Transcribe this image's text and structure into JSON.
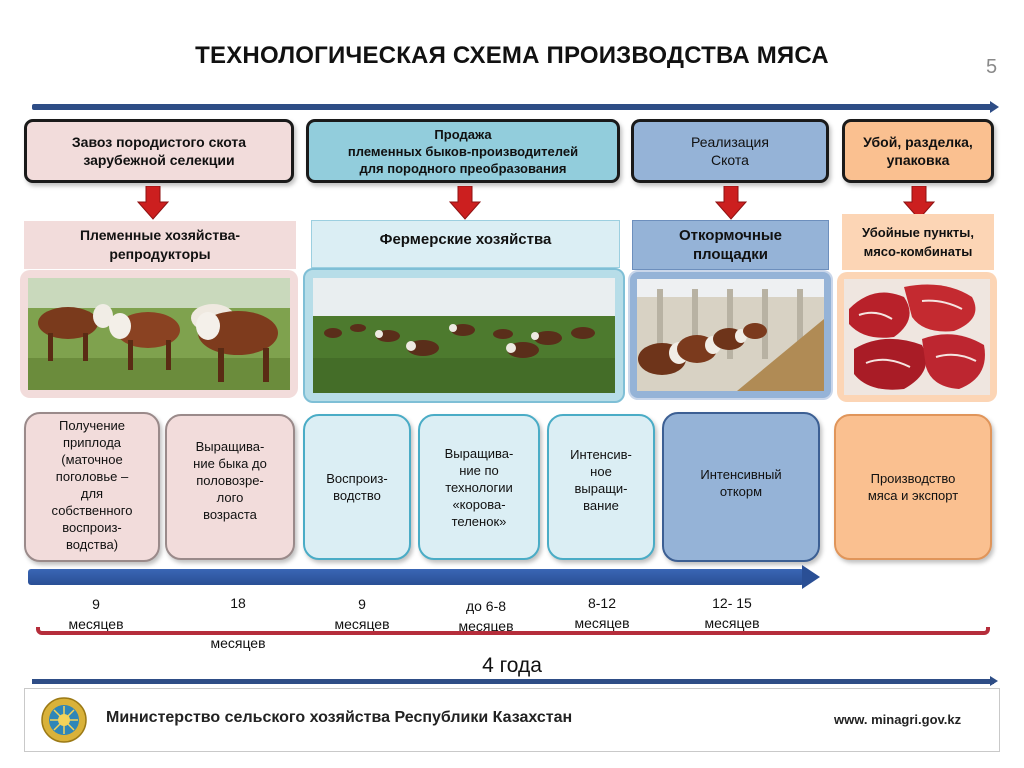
{
  "title": "ТЕХНОЛОГИЧЕСКАЯ СХЕМА ПРОИЗВОДСТВА МЯСА",
  "slide_number": "5",
  "stages": [
    {
      "lines": [
        "Завоз породистого скота",
        "зарубежной селекции"
      ],
      "fill": "#f2dcdb"
    },
    {
      "lines": [
        "Продажа",
        "племенных быков-производителей",
        "для породного преобразования"
      ],
      "fill": "#92cddc"
    },
    {
      "lines": [
        "Реализация",
        "Скота"
      ],
      "fill": "#95b3d7"
    },
    {
      "lines": [
        "Убой, разделка,",
        "упаковка"
      ],
      "fill": "#fac090"
    }
  ],
  "categories": [
    {
      "lines": [
        "Племенные хозяйства-",
        "репродукторы"
      ],
      "fill": "#f2dcdb"
    },
    {
      "lines": [
        "Фермерские хозяйства"
      ],
      "fill": "#dbeef4"
    },
    {
      "lines": [
        "Откормочные",
        "площадки"
      ],
      "fill": "#95b3d7"
    },
    {
      "lines": [
        "Убойные пункты,",
        "мясо-комбинаты"
      ],
      "fill": "#fcd5b5"
    }
  ],
  "processes": [
    {
      "lines": [
        "Получение",
        "приплода",
        "(маточное",
        "поголовье –",
        "для",
        "собственного",
        "воспроиз-",
        "водства)"
      ]
    },
    {
      "lines": [
        "Выращива-",
        "ние быка до",
        "половозре-",
        "лого",
        "возраста"
      ]
    },
    {
      "lines": [
        "Воспроиз-",
        "водство"
      ]
    },
    {
      "lines": [
        "Выращива-",
        "ние по",
        "технологии",
        "«корова-",
        "теленок»"
      ]
    },
    {
      "lines": [
        "Интенсив-",
        "ное",
        "выращи-",
        "вание"
      ]
    },
    {
      "lines": [
        "Интенсивный",
        "откорм"
      ]
    },
    {
      "lines": [
        "Производство",
        "мяса и экспорт"
      ]
    }
  ],
  "durations": [
    {
      "lines": [
        "9",
        "месяцев"
      ]
    },
    {
      "lines": [
        "18",
        "",
        "месяцев"
      ]
    },
    {
      "lines": [
        "9",
        "месяцев"
      ]
    },
    {
      "lines": [
        "до 6-8",
        "месяцев"
      ]
    },
    {
      "lines": [
        "8-12",
        "месяцев"
      ]
    },
    {
      "lines": [
        "12- 15",
        "месяцев"
      ]
    }
  ],
  "total_duration": "4 года",
  "footer": {
    "ministry": "Министерство сельского хозяйства Республики Казахстан",
    "website": "www. minagri.gov.kz"
  },
  "colors": {
    "accent_blue": "#2e4d86",
    "arrow_red": "#cc1f1f",
    "brace_red": "#b52d3b"
  },
  "images": [
    {
      "icon": "hereford-cattle-photo"
    },
    {
      "icon": "cattle-pasture-photo"
    },
    {
      "icon": "feedlot-photo"
    },
    {
      "icon": "raw-beef-photo"
    }
  ]
}
